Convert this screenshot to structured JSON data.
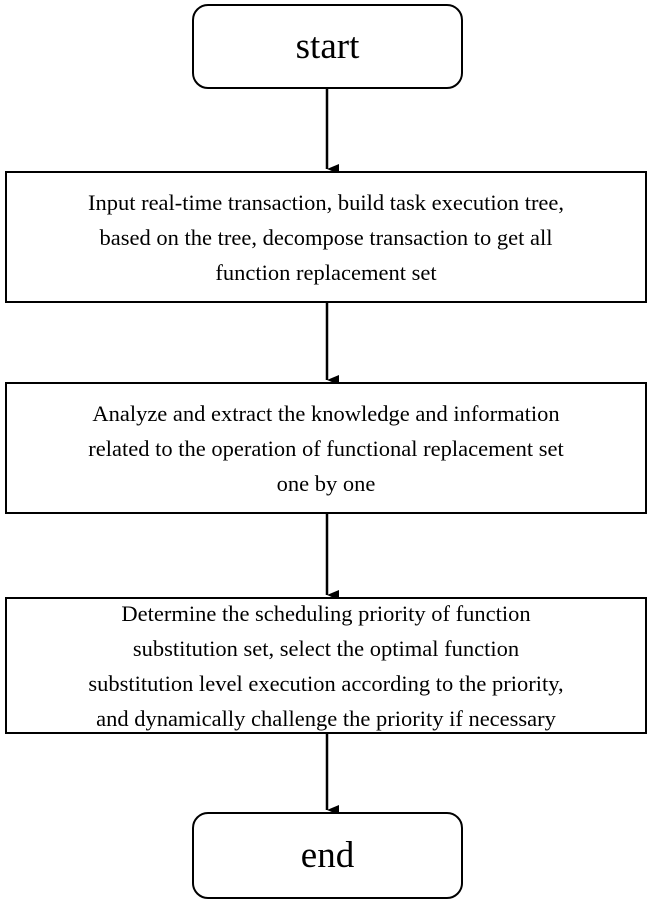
{
  "start": {
    "label": "start"
  },
  "steps": [
    {
      "lines": [
        "Input real-time transaction, build task execution tree,",
        "based on the tree, decompose transaction to get all",
        "function replacement set"
      ]
    },
    {
      "lines": [
        "Analyze and extract the knowledge and information",
        "related to the operation of functional replacement set",
        "one by one"
      ]
    },
    {
      "lines": [
        "Determine the scheduling priority of function",
        "substitution set, select the optimal function",
        "substitution level execution according to the priority,",
        "and dynamically challenge the priority if necessary"
      ]
    }
  ],
  "end": {
    "label": "end"
  },
  "colors": {
    "stroke": "#000000",
    "background": "#ffffff"
  }
}
